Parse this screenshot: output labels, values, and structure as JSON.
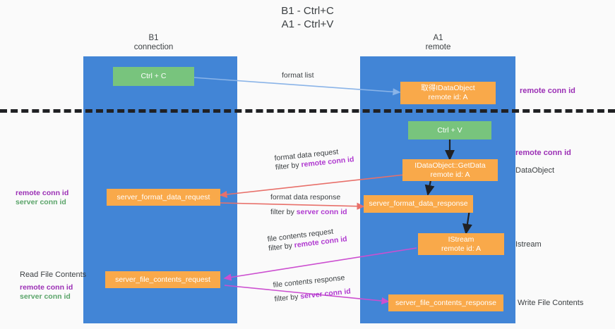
{
  "title": {
    "line1": "B1 - Ctrl+C",
    "line2": "A1 - Ctrl+V"
  },
  "columns": [
    {
      "name": "B1",
      "role": "connection"
    },
    {
      "name": "A1",
      "role": "remote"
    }
  ],
  "nodes": {
    "ctrl_c": {
      "label": "Ctrl + C"
    },
    "idataobject": {
      "line1": "取得IDataObject",
      "line2": "remote id: A"
    },
    "ctrl_v": {
      "label": "Ctrl + V"
    },
    "getdata": {
      "line1": "IDataObject::GetData",
      "line2": "remote id: A"
    },
    "fmt_req": {
      "label": "server_format_data_request"
    },
    "fmt_resp": {
      "label": "server_format_data_response"
    },
    "istream": {
      "line1": "IStream",
      "line2": "remote id: A"
    },
    "file_req": {
      "label": "server_file_contents_request"
    },
    "file_resp": {
      "label": "server_file_contents_response"
    }
  },
  "edge_labels": {
    "format_list": {
      "text": "format list"
    },
    "format_data_request": {
      "text": "format data request",
      "filter_prefix": "filter by ",
      "filter_key": "remote conn id"
    },
    "format_data_response": {
      "text": "format data response",
      "filter_prefix": "filter by ",
      "filter_key": "server conn id"
    },
    "file_contents_request": {
      "text": "file contents request",
      "filter_prefix": "filter by ",
      "filter_key": "remote conn id"
    },
    "file_contents_response": {
      "text": "file contents response",
      "filter_prefix": "filter by ",
      "filter_key": "server conn id"
    }
  },
  "annotations": {
    "right_top": {
      "text": "remote conn id"
    },
    "right_getdata": {
      "text": "remote conn id"
    },
    "right_dataobject": {
      "text": "DataObject"
    },
    "right_istream": {
      "text": "Istream"
    },
    "right_write": {
      "text": "Write File Contents"
    },
    "left_fmt": {
      "purple": "remote conn id",
      "green": "server conn id"
    },
    "left_read": {
      "text": "Read File Contents"
    },
    "left_file": {
      "purple": "remote conn id",
      "green": "server conn id"
    }
  },
  "colors": {
    "lane": "#4285d6",
    "box_orange": "#f9a94a",
    "box_green": "#78c47d",
    "accent_purple": "#9b2fb5",
    "accent_green": "#5aa469",
    "arrow_blue": "#8ab4e8",
    "arrow_red": "#e8706a",
    "arrow_magenta": "#cc4fd0",
    "arrow_dark": "#202124"
  }
}
